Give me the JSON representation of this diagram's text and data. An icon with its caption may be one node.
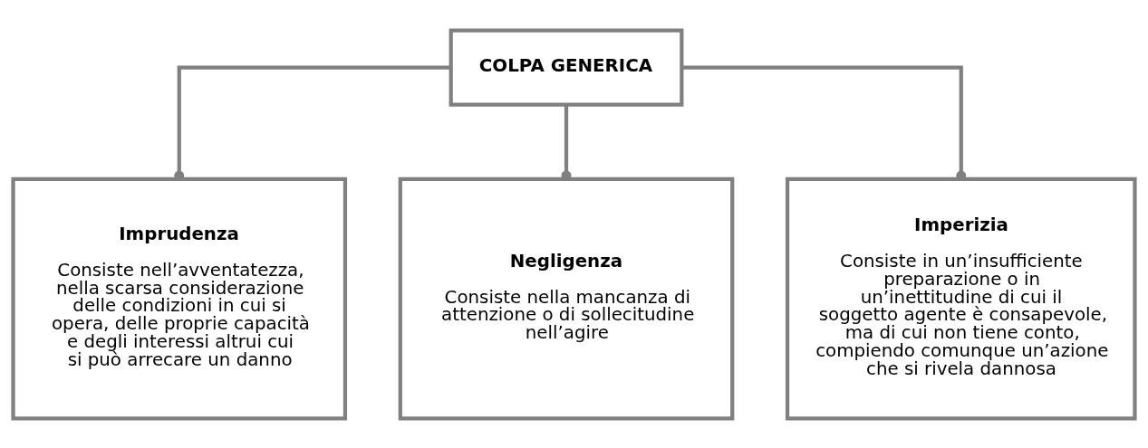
{
  "diagram": {
    "nodes": [
      {
        "text": [
          "COLPA GENERICA"
        ]
      },
      {
        "text": [
          "Imprudenza",
          "Consiste nell’avventatezza, nella scarsa considerazione delle condizioni in cui si opera, delle proprie capacità e degli interessi altrui cui si può arrecare un danno"
        ]
      },
      {
        "text": [
          "Negligenza",
          "Consiste nella mancanza di attenzione o di sollecitudine nell’agire"
        ]
      },
      {
        "text": [
          "Imperizia",
          "Consiste in un’insufficiente preparazione o in un’inettitudine di cui il soggetto agente è consapevole, ma di cui non tiene conto, compiendo comunque un’azione che si rivela dannosa"
        ]
      }
    ],
    "edges": [
      {
        "from": 0,
        "to": 1,
        "arrow": "other"
      },
      {
        "from": 0,
        "to": 2,
        "arrow": "other"
      },
      {
        "from": 0,
        "to": 3,
        "arrow": "other"
      }
    ]
  }
}
